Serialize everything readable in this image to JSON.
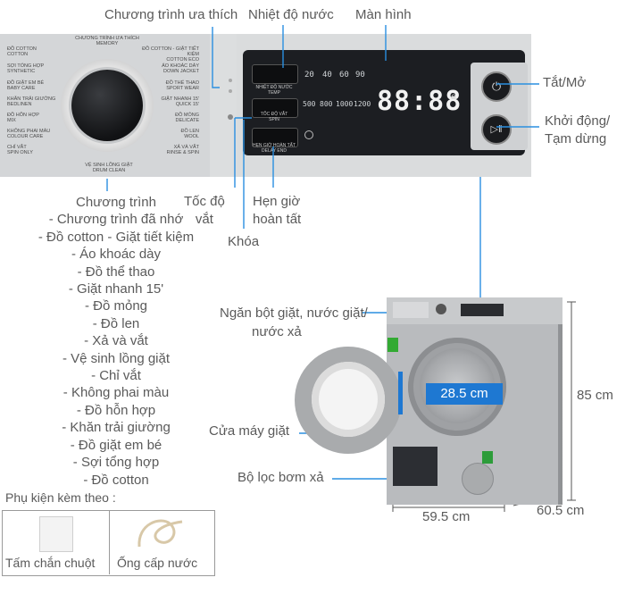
{
  "callouts": {
    "favorite_program": "Chương trình ưa thích",
    "water_temperature": "Nhiệt độ nước",
    "display": "Màn hình",
    "power": "Tắt/Mở",
    "start_pause_line1": "Khởi động/",
    "start_pause_line2": "Tạm dừng",
    "spin_speed_line1": "Tốc độ",
    "spin_speed_line2": "vắt",
    "delay_end_line1": "Hẹn giờ",
    "delay_end_line2": "hoàn tất",
    "lock": "Khóa",
    "detergent_line1": "Ngăn bột giặt, nước giặt/",
    "detergent_line2": "nước xả",
    "door": "Cửa máy giặt",
    "drain_filter": "Bộ lọc bơm xả",
    "drum_diameter": "28.5 cm",
    "height": "85 cm",
    "width": "59.5 cm",
    "depth": "60.5 cm"
  },
  "programs_title": "Chương trình",
  "programs": [
    "- Chương trình đã nhớ",
    "- Đồ cotton - Giặt tiết kiệm",
    "- Áo khoác dày",
    "- Đồ thể thao",
    "- Giặt nhanh 15'",
    "- Đồ mỏng",
    "- Đồ len",
    "- Xả và vắt",
    "- Vệ sinh lồng giặt",
    "- Chỉ vắt",
    "- Không phai màu",
    "- Đồ hỗn hợp",
    "- Khăn trải giường",
    "- Đồ giặt em bé",
    "- Sợi tổng hợp",
    "- Đồ cotton"
  ],
  "panel": {
    "dial_top": "CHƯƠNG TRÌNH ƯA THÍCH",
    "dial_top_sub": "MEMORY",
    "dial_bottom": "VỆ SINH LỒNG GIẶT",
    "dial_bottom_sub": "DRUM CLEAN",
    "left_labels": [
      [
        "ĐỒ COTTON",
        "COTTON"
      ],
      [
        "SỢI TỔNG HỢP",
        "SYNTHETIC"
      ],
      [
        "ĐỒ GIẶT EM BÉ",
        "BABY CARE"
      ],
      [
        "KHĂN TRẢI GIƯỜNG",
        "BEDLINEN"
      ],
      [
        "ĐỒ HỖN HỢP",
        "MIX"
      ],
      [
        "KHÔNG PHAI MÀU",
        "COLOUR CARE"
      ],
      [
        "CHỈ VẮT",
        "SPIN ONLY"
      ]
    ],
    "right_labels": [
      [
        "ĐỒ COTTON - GIẶT TIẾT KIỆM",
        "COTTON ECO"
      ],
      [
        "ÁO KHOÁC DÀY",
        "DOWN JACKET"
      ],
      [
        "ĐỒ THỂ THAO",
        "SPORT WEAR"
      ],
      [
        "GIẶT NHANH 15'",
        "QUICK 15'"
      ],
      [
        "ĐỒ MỎNG",
        "DELICATE"
      ],
      [
        "ĐỒ LEN",
        "WOOL"
      ],
      [
        "XẢ VÀ VẮT",
        "RINSE & SPIN"
      ]
    ],
    "btn_temp": "NHIỆT ĐỘ NƯỚC",
    "btn_temp_sub": "TEMP",
    "btn_spin": "TỐC ĐỘ VẮT",
    "btn_spin_sub": "SPIN",
    "btn_delay": "HẸN GIỜ HOÀN TẤT",
    "btn_delay_sub": "DELAY END",
    "temps": [
      "20",
      "40",
      "60",
      "90"
    ],
    "spins": [
      "500",
      "800",
      "1000",
      "1200"
    ],
    "display_value": "88:88",
    "power_icon": "power-icon",
    "start_icon": "play-pause-icon"
  },
  "accessories": {
    "title": "Phụ kiện kèm theo :",
    "items": [
      "Tấm chắn chuột",
      "Ống cấp nước"
    ]
  },
  "colors": {
    "label_text": "#5a5a5a",
    "leader_line": "#2a8fe0",
    "drum_badge": "#1e78d2",
    "panel_bg": "#d4d6d8",
    "display_bg": "#1c1e22"
  }
}
